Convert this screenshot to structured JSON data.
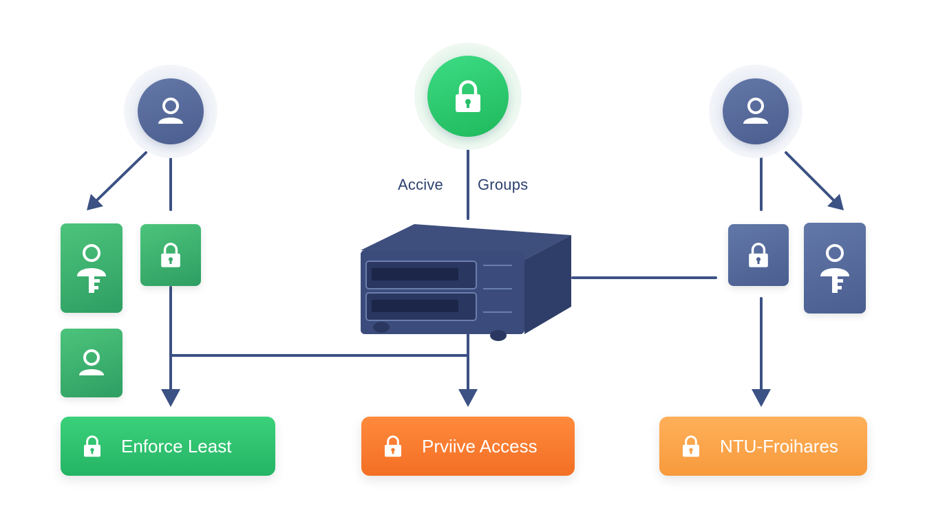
{
  "diagram": {
    "labels": {
      "left": "Accive",
      "right": "Groups"
    },
    "actions": [
      {
        "label": "Enforce Least"
      },
      {
        "label": "Prviive Access"
      },
      {
        "label": "NTU-Froihares"
      }
    ]
  },
  "colors": {
    "green": "#2fbf6e",
    "orange": "#f47b2c",
    "light_orange": "#f9a04a",
    "navy": "#3b5080",
    "line": "#3c5184"
  },
  "icons": [
    "user-icon",
    "lock-icon",
    "user-key-icon",
    "server-icon",
    "arrow-down-icon"
  ]
}
